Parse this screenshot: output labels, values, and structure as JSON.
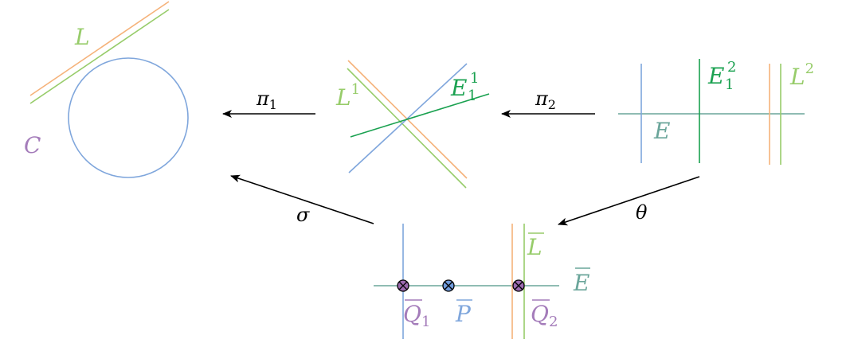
{
  "colors": {
    "blue": "#7fa6dc",
    "orange": "#f5b27a",
    "lightgreen": "#97cc6a",
    "darkgreen": "#1aa150",
    "teal": "#6aa59a",
    "purple": "#a47cba",
    "marker_purple": "#9c6bb0",
    "marker_blue": "#6f9bdc",
    "black": "#000000"
  },
  "labels": {
    "L": "L",
    "C": "C",
    "L1_base": "L",
    "L1_sup": "1",
    "E11_base": "E",
    "E11_sub": "1",
    "E11_sup": "1",
    "E12_base": "E",
    "E12_sub": "1",
    "E12_sup": "2",
    "E": "E",
    "L2_base": "L",
    "L2_sup": "2",
    "Lbar": "L",
    "Ebar": "E",
    "Q1_base": "Q",
    "Q1_sub": "1",
    "P": "P",
    "Q2_base": "Q",
    "Q2_sub": "2"
  },
  "arrows": {
    "pi1": {
      "base": "π",
      "sub": "1"
    },
    "pi2": {
      "base": "π",
      "sub": "2"
    },
    "sigma": "σ",
    "theta": "θ"
  }
}
